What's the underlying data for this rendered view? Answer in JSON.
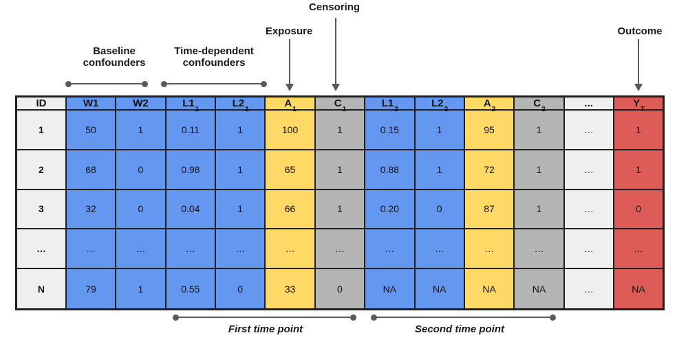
{
  "annotations": {
    "censoring": "Censoring",
    "exposure": "Exposure",
    "outcome": "Outcome",
    "baseline_confounders": "Baseline\nconfounders",
    "time_dependent_confounders": "Time-dependent\nconfounders",
    "first_time_point": "First time point",
    "second_time_point": "Second time point"
  },
  "colors": {
    "blue": "#6497F0",
    "yellow": "#FFD966",
    "gray": "#B5B5B5",
    "light_gray": "#EFEFEF",
    "red": "#DD5C58",
    "border": "#1f1f1f",
    "annotation": "#595959",
    "text": "#111111"
  },
  "table": {
    "columns": [
      {
        "label": "ID",
        "sub": "",
        "type": "id"
      },
      {
        "label": "W1",
        "sub": "",
        "type": "baseline"
      },
      {
        "label": "W2",
        "sub": "",
        "type": "baseline"
      },
      {
        "label": "L1",
        "sub": "1",
        "type": "timedep"
      },
      {
        "label": "L2",
        "sub": "1",
        "type": "timedep"
      },
      {
        "label": "A",
        "sub": "1",
        "type": "exposure"
      },
      {
        "label": "C",
        "sub": "1",
        "type": "censor"
      },
      {
        "label": "L1",
        "sub": "2",
        "type": "timedep"
      },
      {
        "label": "L2",
        "sub": "2",
        "type": "timedep"
      },
      {
        "label": "A",
        "sub": "2",
        "type": "exposure"
      },
      {
        "label": "C",
        "sub": "2",
        "type": "censor"
      },
      {
        "label": "...",
        "sub": "",
        "type": "ellipsis"
      },
      {
        "label": "Y",
        "sub": "T",
        "type": "outcome"
      }
    ],
    "rows": [
      [
        "1",
        "50",
        "1",
        "0.11",
        "1",
        "100",
        "1",
        "0.15",
        "1",
        "95",
        "1",
        "…",
        "1"
      ],
      [
        "2",
        "68",
        "0",
        "0.98",
        "1",
        "65",
        "1",
        "0.88",
        "1",
        "72",
        "1",
        "…",
        "1"
      ],
      [
        "3",
        "32",
        "0",
        "0.04",
        "1",
        "66",
        "1",
        "0.20",
        "0",
        "87",
        "1",
        "…",
        "0"
      ],
      [
        "…",
        "…",
        "…",
        "…",
        "…",
        "…",
        "…",
        "…",
        "…",
        "…",
        "…",
        "…",
        "…"
      ],
      [
        "N",
        "79",
        "1",
        "0.55",
        "0",
        "33",
        "0",
        "NA",
        "NA",
        "NA",
        "NA",
        "…",
        "NA"
      ]
    ]
  }
}
